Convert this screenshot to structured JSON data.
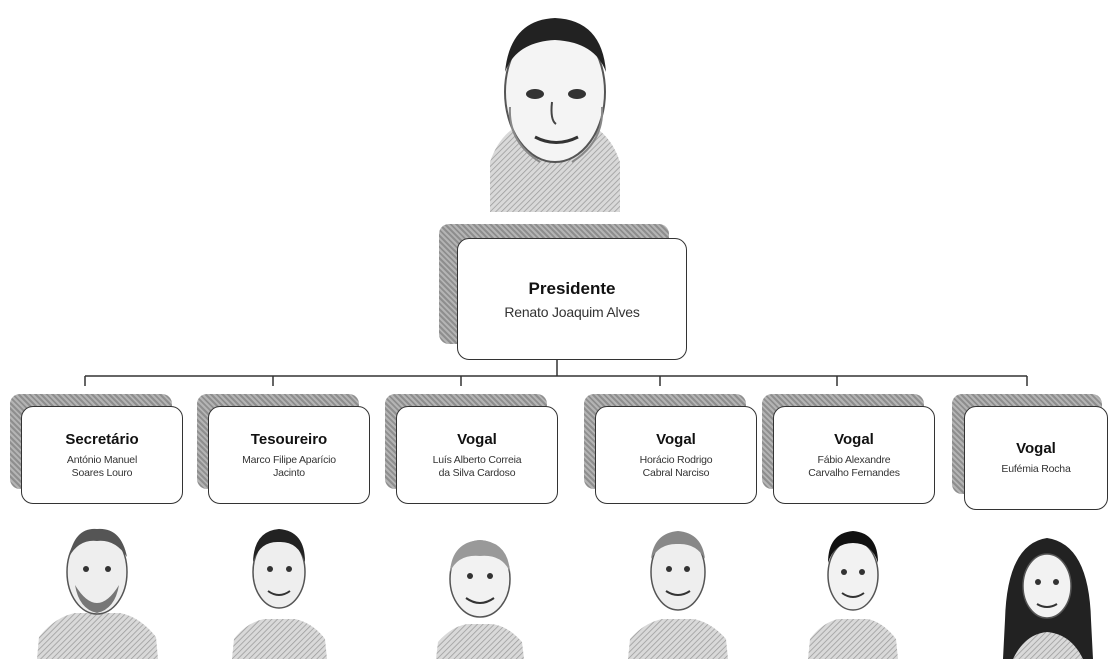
{
  "president": {
    "role": "Presidente",
    "name": "Renato Joaquim Alves"
  },
  "members": [
    {
      "role": "Secretário",
      "name_lines": [
        "António Manuel",
        "Soares Louro"
      ]
    },
    {
      "role": "Tesoureiro",
      "name_lines": [
        "Marco Filipe Aparício",
        "Jacinto"
      ]
    },
    {
      "role": "Vogal",
      "name_lines": [
        "Luís Alberto Correia",
        "da Silva Cardoso"
      ]
    },
    {
      "role": "Vogal",
      "name_lines": [
        "Horácio Rodrigo",
        "Cabral Narciso"
      ]
    },
    {
      "role": "Vogal",
      "name_lines": [
        "Fábio Alexandre",
        "Carvalho Fernandes"
      ]
    },
    {
      "role": "Vogal",
      "name_lines": [
        "Eufémia Rocha"
      ]
    }
  ],
  "colors": {
    "shadow": "#9a9a9a",
    "line": "#333333",
    "box_border": "#333333"
  }
}
